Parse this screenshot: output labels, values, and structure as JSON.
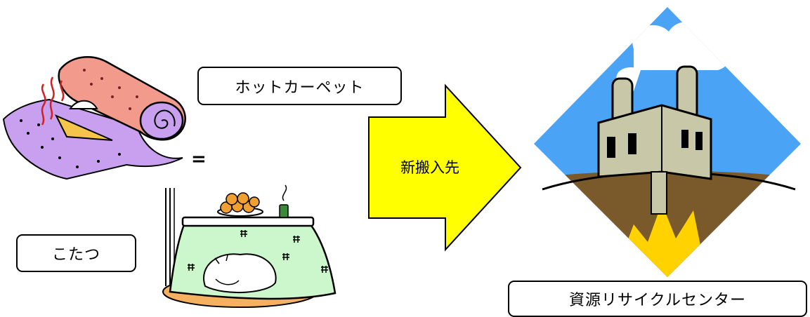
{
  "labels": {
    "hot_carpet": "ホットカーペット",
    "kotatsu": "こたつ",
    "arrow_text": "新搬入先",
    "recycle_center": "資源リサイクルセンター",
    "equals": "="
  },
  "colors": {
    "arrow_fill": "#ffff00",
    "sky": "#4aa3f5",
    "ground": "#7a5a2a",
    "burst": "#ffd200",
    "carpet_blanket": "#c9a0f0",
    "carpet_roll": "#f29a8c",
    "kotatsu_quilt": "#ccf7cc",
    "cushion": "#f5b060"
  },
  "icons": {
    "carpet": "rolled-hot-carpet-icon",
    "kotatsu": "kotatsu-with-cat-icon",
    "factory": "factory-diamond-icon",
    "arrow": "right-arrow-icon"
  }
}
